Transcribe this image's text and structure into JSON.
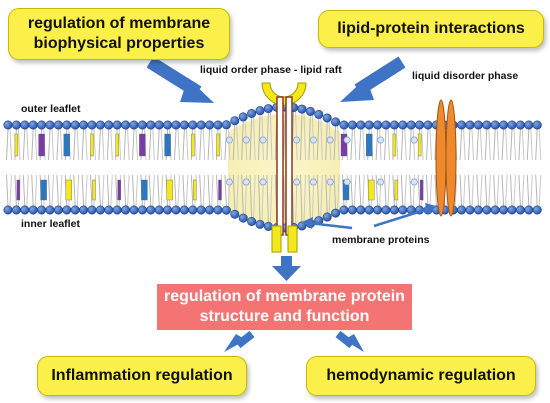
{
  "top_boxes": {
    "left": {
      "line1": "regulation of membrane",
      "line2": "biophysical properties"
    },
    "right": "lipid-protein interactions"
  },
  "labels": {
    "raft": "liquid order phase - lipid raft",
    "disorder": "liquid disorder phase",
    "outer": "outer leaflet",
    "inner": "inner  leaflet",
    "proteins": "membrane proteins"
  },
  "center_box": {
    "line1": "regulation of membrane protein",
    "line2": "structure and function"
  },
  "bottom_boxes": {
    "left": "Inflammation regulation",
    "right": "hemodynamic regulation"
  },
  "colors": {
    "yellow_box": "#fbf04a",
    "pink_box": "#f47474",
    "arrow_blue": "#3f73c6",
    "head_blue": "#2e5fb3",
    "raft_glow": "#f8f1b8",
    "orange_protein": "#ef8a2c",
    "yellow_protein": "#f4e71a"
  }
}
